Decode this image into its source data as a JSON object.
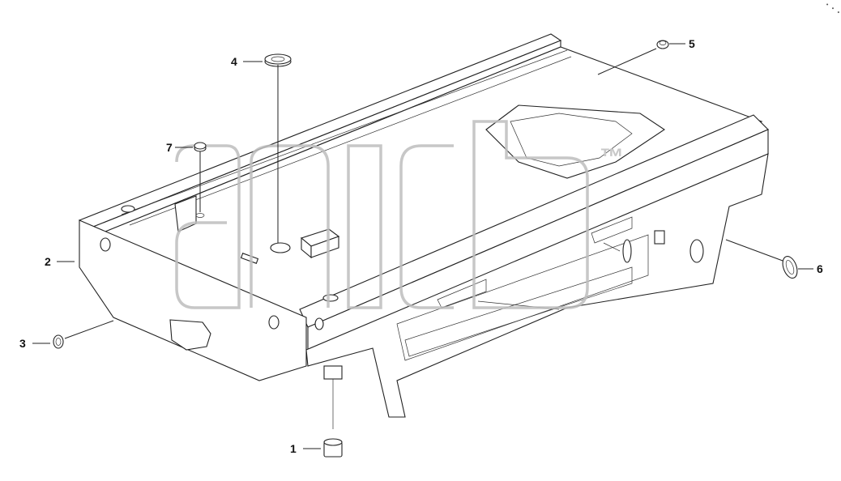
{
  "diagram": {
    "callouts": [
      {
        "id": "callout-1",
        "label": "1"
      },
      {
        "id": "callout-2",
        "label": "2"
      },
      {
        "id": "callout-3",
        "label": "3"
      },
      {
        "id": "callout-4",
        "label": "4"
      },
      {
        "id": "callout-5",
        "label": "5"
      },
      {
        "id": "callout-6",
        "label": "6"
      },
      {
        "id": "callout-7",
        "label": "7"
      }
    ],
    "watermark": {
      "trademark": "™"
    },
    "corner_mark": "∙ ∙ ∙"
  }
}
